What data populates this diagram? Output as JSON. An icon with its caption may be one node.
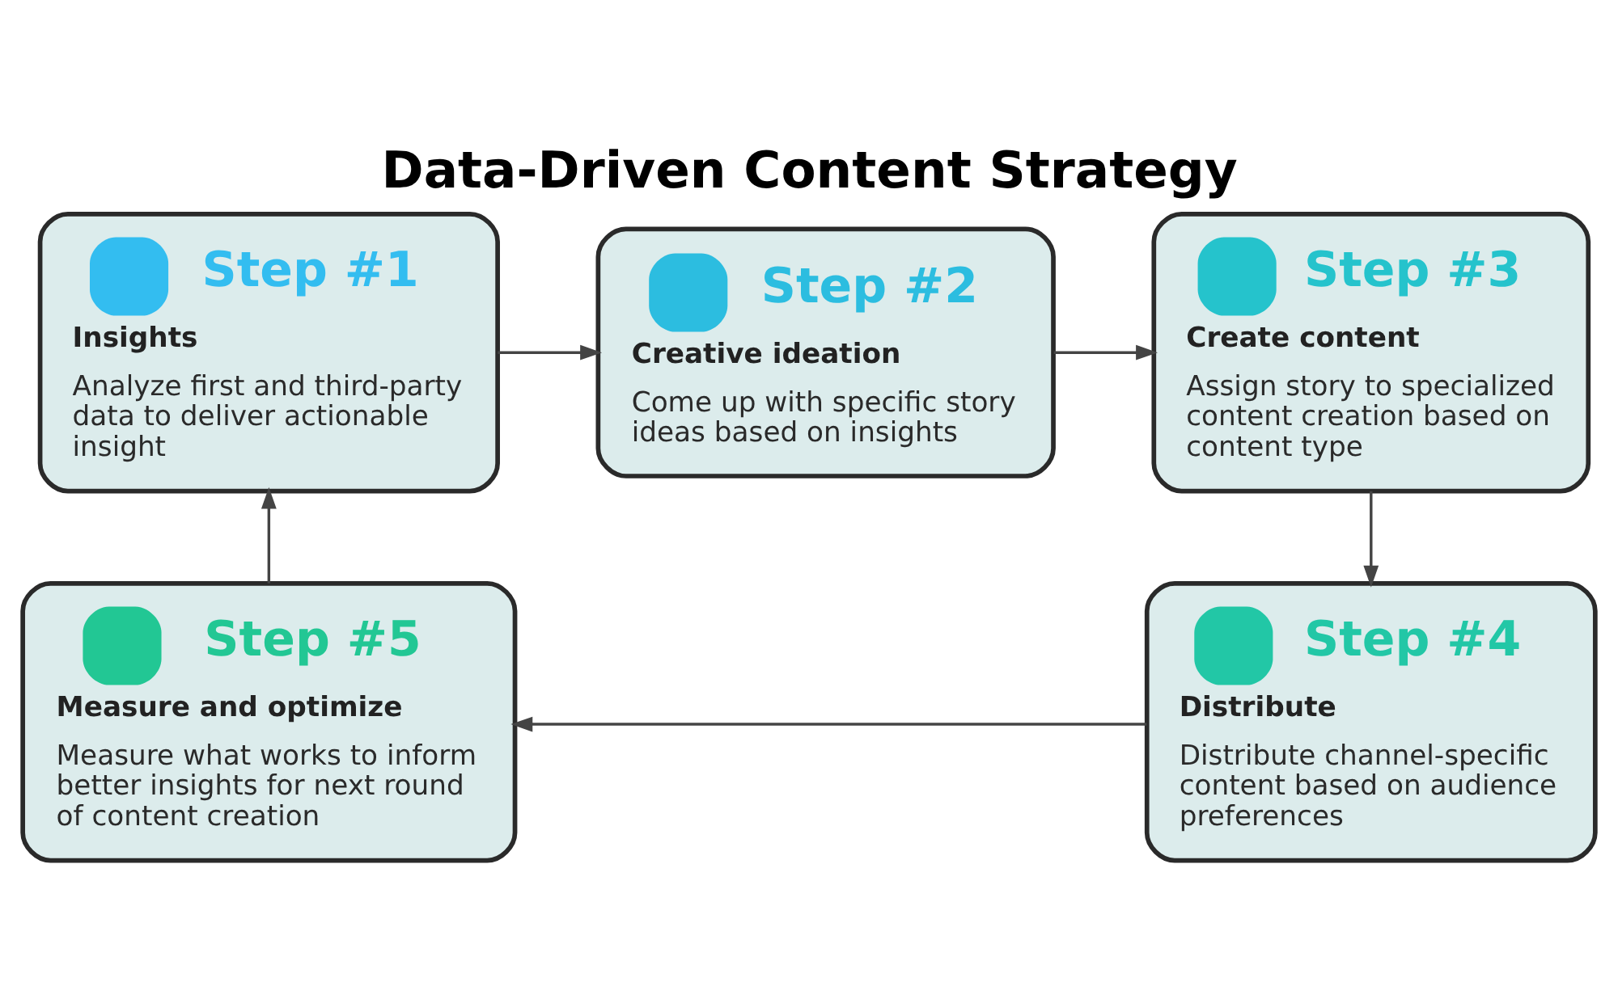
{
  "diagram": {
    "title": "Data-Driven Content Strategy",
    "nodes": [
      {
        "text": [
          "Step #1",
          "Insights",
          "Analyze first and third-party data to deliver actionable insight"
        ]
      },
      {
        "text": [
          "Step #2",
          "Creative ideation",
          "Come up with specific story ideas based on insights"
        ]
      },
      {
        "text": [
          "Step #3",
          "Create content",
          "Assign story to specialized content creation based on content type"
        ]
      },
      {
        "text": [
          "Step #4",
          "Distribute",
          "Distribute channel-specific content based on audience preferences"
        ]
      },
      {
        "text": [
          "Step #5",
          "Measure and optimize",
          "Measure what works to inform better insights for next round of content creation"
        ]
      }
    ],
    "edges": [
      {
        "from": 0,
        "to": 1,
        "arrow": "to"
      },
      {
        "from": 1,
        "to": 2,
        "arrow": "to"
      },
      {
        "from": 2,
        "to": 3,
        "arrow": "to"
      },
      {
        "from": 3,
        "to": 4,
        "arrow": "to"
      },
      {
        "from": 4,
        "to": 0,
        "arrow": "to"
      }
    ]
  }
}
